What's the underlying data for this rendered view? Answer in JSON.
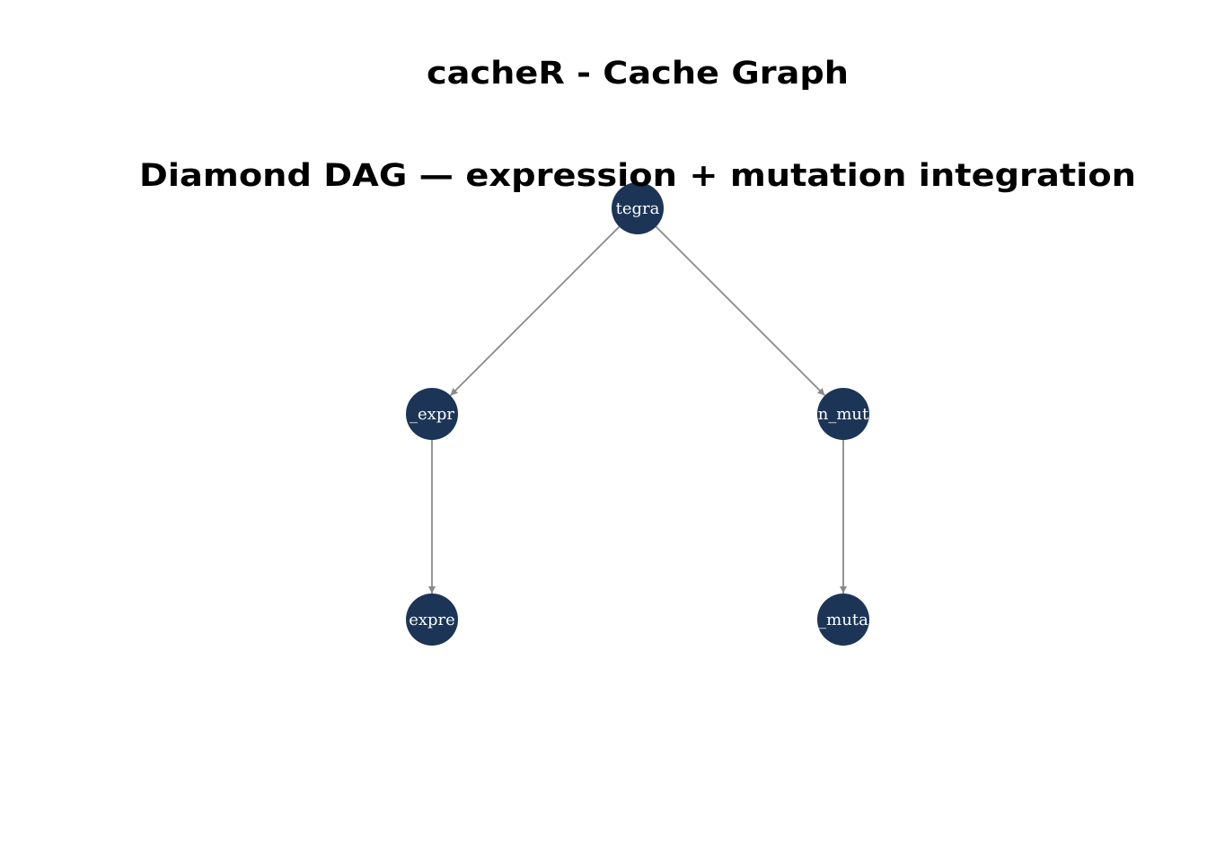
{
  "title": "cacheR - Cache Graph",
  "subtitle": "Diamond DAG — expression + mutation integration",
  "colors": {
    "node": "#1c3557",
    "edge": "#8a8a8a",
    "label": "#ffffff"
  },
  "nodes": [
    {
      "id": "integration",
      "label": "tegra"
    },
    {
      "id": "process_expr",
      "label": "_expr"
    },
    {
      "id": "process_mut",
      "label": "n_mut"
    },
    {
      "id": "load_expr",
      "label": "expre"
    },
    {
      "id": "load_mut",
      "label": "_muta"
    }
  ],
  "edges": [
    {
      "from": "integration",
      "to": "process_expr"
    },
    {
      "from": "integration",
      "to": "process_mut"
    },
    {
      "from": "process_expr",
      "to": "load_expr"
    },
    {
      "from": "process_mut",
      "to": "load_mut"
    }
  ]
}
